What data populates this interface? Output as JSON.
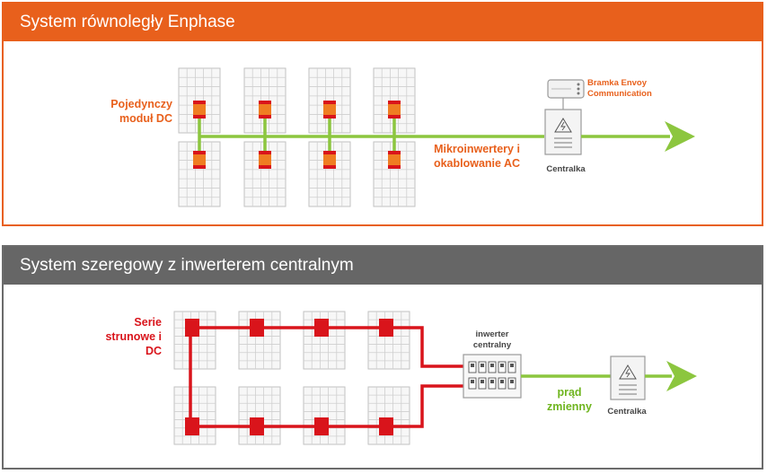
{
  "top_panel": {
    "title": "System równoległy Enphase",
    "dc_module_label": "Pojedynczy moduł DC",
    "microinverters_label": "Mikroinwertery i okablowanie AC",
    "gateway_label": "Bramka Envoy Communication",
    "switchboard_label": "Centralka"
  },
  "bottom_panel": {
    "title": "System szeregowy z inwerterem centralnym",
    "string_label": "Serie strunowe i DC",
    "inverter_label": "inwerter centralny",
    "ac_label": "prąd zmienny",
    "switchboard_label": "Centralka"
  },
  "colors": {
    "accent_orange": "#e8601c",
    "header_gray": "#666666",
    "wire_green": "#8cc63f",
    "wire_red": "#d9141b",
    "module_orange": "#ef7d22"
  },
  "icons": [
    "solar-panel-icon",
    "microinverter-icon",
    "gateway-icon",
    "switchboard-icon",
    "central-inverter-icon",
    "arrow-icon"
  ]
}
